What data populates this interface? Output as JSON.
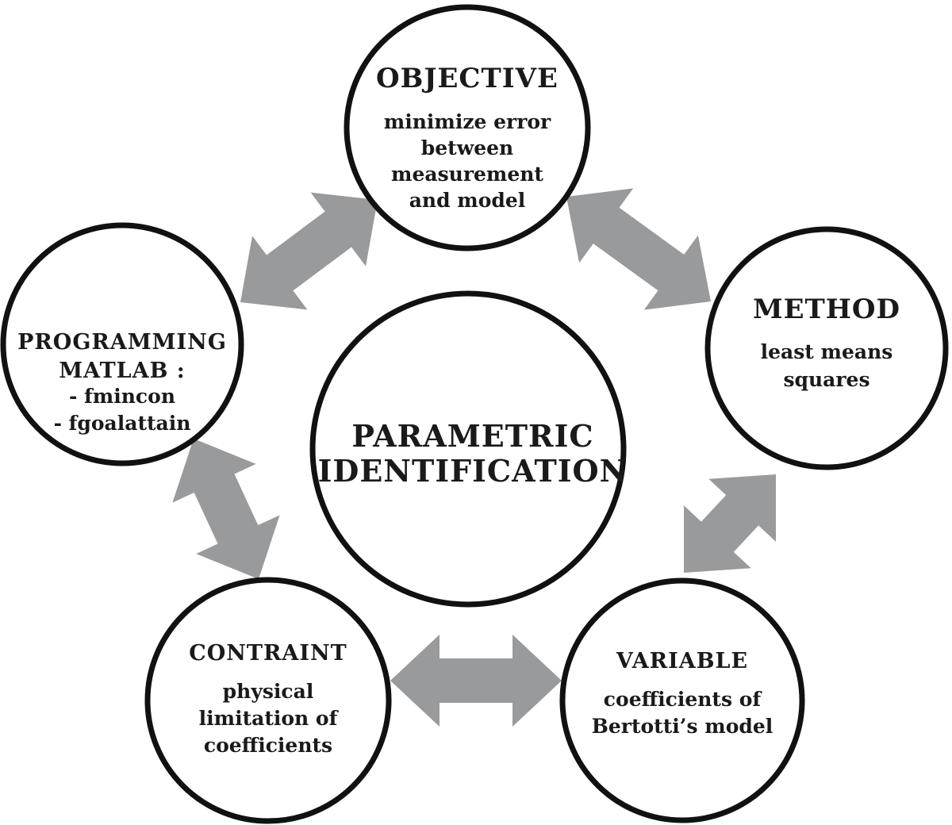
{
  "center": {
    "line1": "PARAMETRIC",
    "line2": "IDENTIFICATION"
  },
  "objective": {
    "title": "OBJECTIVE",
    "lines": [
      "minimize error",
      "between",
      "measurement",
      "and model"
    ]
  },
  "method": {
    "title": "METHOD",
    "lines": [
      "least means",
      "squares"
    ]
  },
  "variable": {
    "title": "VARIABLE",
    "lines": [
      "coefficients of",
      "Bertotti’s model"
    ]
  },
  "constraint": {
    "title": "CONTRAINT",
    "lines": [
      "physical",
      "limitation of",
      "coefficients"
    ]
  },
  "programming": {
    "lines": [
      "PROGRAMMING",
      "MATLAB :",
      "- fmincon",
      "- fgoalattain"
    ]
  },
  "colors": {
    "arrow": "#999a9c",
    "outline": "#111111",
    "text": "#1a1a1a"
  }
}
